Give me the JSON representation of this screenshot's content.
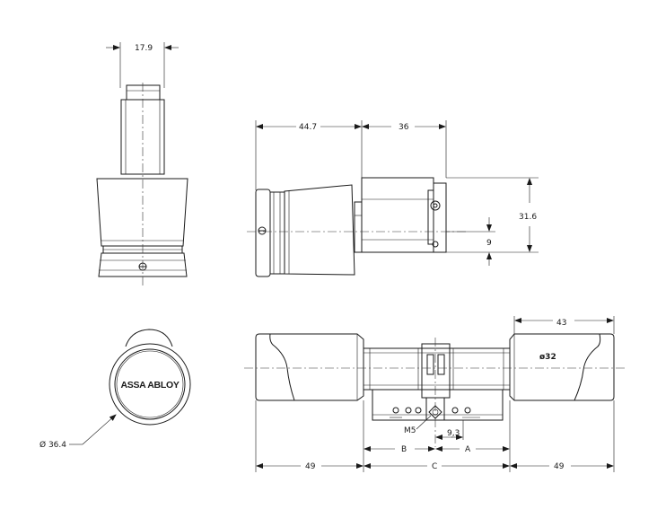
{
  "top_view": {
    "width_label": "17.9"
  },
  "side_view": {
    "left_length_label": "44.7",
    "right_length_label": "36",
    "height_label": "31.6",
    "offset_label": "9"
  },
  "front_view": {
    "brand_text": "ASSA ABLOY",
    "diameter_label": "Ø 36.4"
  },
  "long_view": {
    "knob_length_label": "43",
    "knob_diameter_label": "ø32",
    "screw_label": "M5",
    "screw_offset_label": "9,3",
    "b_label": "B",
    "a_label": "A",
    "c_label": "C",
    "left_length_label": "49",
    "right_length_label": "49"
  }
}
